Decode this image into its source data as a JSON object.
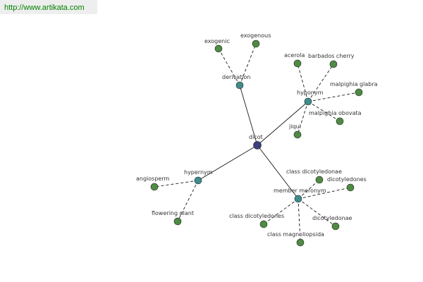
{
  "banner": {
    "url": "http://www.artikata.com"
  },
  "colors": {
    "center": "#3b3f7d",
    "relation": "#3f8c8c",
    "leaf": "#4e8b43",
    "edge": "#1a1a1a",
    "banner_text": "#008000"
  },
  "graph": {
    "nodes": [
      {
        "id": "dicot",
        "label": "dicot",
        "kind": "center"
      },
      {
        "id": "derivation",
        "label": "derivation",
        "kind": "relation"
      },
      {
        "id": "hyponym",
        "label": "hyponym",
        "kind": "relation"
      },
      {
        "id": "hypernym",
        "label": "hypernym",
        "kind": "relation"
      },
      {
        "id": "member_meronym",
        "label": "member meronym",
        "kind": "relation"
      },
      {
        "id": "exogenic",
        "label": "exogenic",
        "kind": "leaf"
      },
      {
        "id": "exogenous",
        "label": "exogenous",
        "kind": "leaf"
      },
      {
        "id": "acerola",
        "label": "acerola",
        "kind": "leaf"
      },
      {
        "id": "barbados_cherry",
        "label": "barbados cherry",
        "kind": "leaf"
      },
      {
        "id": "malpighia_glabra",
        "label": "malpighia glabra",
        "kind": "leaf"
      },
      {
        "id": "malpighia_obovata",
        "label": "malpighia obovata",
        "kind": "leaf"
      },
      {
        "id": "jiqui",
        "label": "jiqui",
        "kind": "leaf"
      },
      {
        "id": "angiosperm",
        "label": "angiosperm",
        "kind": "leaf"
      },
      {
        "id": "flowering_plant",
        "label": "flowering plant",
        "kind": "leaf"
      },
      {
        "id": "class_dicotyledonae",
        "label": "class dicotyledonae",
        "kind": "leaf"
      },
      {
        "id": "dicotyledones",
        "label": "dicotyledones",
        "kind": "leaf"
      },
      {
        "id": "class_dicotyledones",
        "label": "class dicotyledones",
        "kind": "leaf"
      },
      {
        "id": "dicotyledonae",
        "label": "dicotyledonae",
        "kind": "leaf"
      },
      {
        "id": "class_magnoliopsida",
        "label": "class magnoliopsida",
        "kind": "leaf"
      }
    ],
    "edges": [
      {
        "from": "dicot",
        "to": "derivation",
        "style": "solid"
      },
      {
        "from": "dicot",
        "to": "hyponym",
        "style": "solid"
      },
      {
        "from": "dicot",
        "to": "hypernym",
        "style": "solid"
      },
      {
        "from": "dicot",
        "to": "member_meronym",
        "style": "solid"
      },
      {
        "from": "derivation",
        "to": "exogenic",
        "style": "dashed"
      },
      {
        "from": "derivation",
        "to": "exogenous",
        "style": "dashed"
      },
      {
        "from": "hyponym",
        "to": "acerola",
        "style": "dashed"
      },
      {
        "from": "hyponym",
        "to": "barbados_cherry",
        "style": "dashed"
      },
      {
        "from": "hyponym",
        "to": "malpighia_glabra",
        "style": "dashed"
      },
      {
        "from": "hyponym",
        "to": "malpighia_obovata",
        "style": "dashed"
      },
      {
        "from": "hyponym",
        "to": "jiqui",
        "style": "dashed"
      },
      {
        "from": "hypernym",
        "to": "angiosperm",
        "style": "dashed"
      },
      {
        "from": "hypernym",
        "to": "flowering_plant",
        "style": "dashed"
      },
      {
        "from": "member_meronym",
        "to": "class_dicotyledonae",
        "style": "dashed"
      },
      {
        "from": "member_meronym",
        "to": "dicotyledones",
        "style": "dashed"
      },
      {
        "from": "member_meronym",
        "to": "class_dicotyledones",
        "style": "dashed"
      },
      {
        "from": "member_meronym",
        "to": "dicotyledonae",
        "style": "dashed"
      },
      {
        "from": "member_meronym",
        "to": "class_magnoliopsida",
        "style": "dashed"
      }
    ]
  }
}
